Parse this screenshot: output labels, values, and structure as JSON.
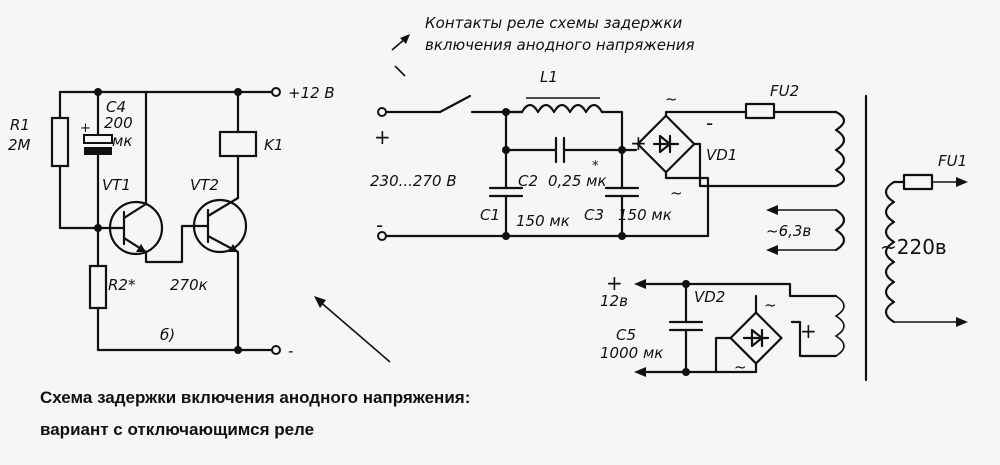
{
  "note": {
    "line1": "Контакты реле схемы задержки",
    "line2": "включения анодного напряжения"
  },
  "labels": {
    "r1": "R1",
    "r1_val": "2M",
    "c4": "C4",
    "c4_val": "200",
    "c4_unit": "мк",
    "k1": "K1",
    "plus12": "+12 В",
    "vt1": "VT1",
    "vt2": "VT2",
    "r2": "R2*",
    "r2_val": "270к",
    "sub_b": "б)",
    "minus": "-",
    "l1": "L1",
    "plus_in": "+",
    "minus_in": "-",
    "v_in": "230...270 В",
    "c1": "C1",
    "c2": "C2",
    "c2_val": "0,25 мк",
    "star": "*",
    "c3": "C3",
    "c3_val": "150 мк",
    "c1_val": "150 мк",
    "vd1": "VD1",
    "fu2": "FU2",
    "fu1": "FU1",
    "v63": "~6,3в",
    "v220": "~220в",
    "plus_out": "+",
    "v12": "12в",
    "vd2": "VD2",
    "c5": "C5",
    "c5_val": "1000 мк",
    "tilde": "~",
    "plus": "+",
    "minus_sign": "-"
  },
  "caption": {
    "line1": "Схема задержки включения анодного напряжения:",
    "line2": "вариант с отключающимся реле"
  }
}
